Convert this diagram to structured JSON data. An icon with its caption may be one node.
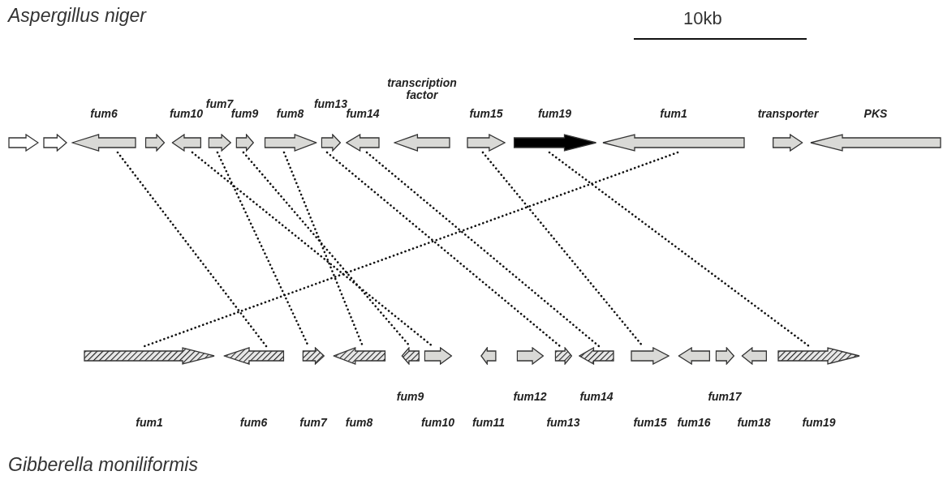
{
  "diagram": {
    "nodes": [
      {
        "text": [],
        "shape": "arrow"
      },
      {
        "text": [],
        "shape": "arrow"
      },
      {
        "text": [
          "fum6"
        ]
      },
      {
        "text": [],
        "shape": "arrow"
      },
      {
        "text": [
          "fum10"
        ]
      },
      {
        "text": [
          "fum7"
        ]
      },
      {
        "text": [
          "fum9"
        ]
      },
      {
        "text": [
          "fum8"
        ]
      },
      {
        "text": [
          "fum13"
        ]
      },
      {
        "text": [
          "fum14"
        ]
      },
      {
        "text": [
          "transcription factor"
        ]
      },
      {
        "text": [
          "fum15"
        ]
      },
      {
        "text": [
          "fum19"
        ]
      },
      {
        "text": [
          "fum1"
        ]
      },
      {
        "text": [
          "transporter"
        ]
      },
      {
        "text": [
          "PKS"
        ]
      },
      {
        "text": [
          "fum1"
        ]
      },
      {
        "text": [
          "fum6"
        ]
      },
      {
        "text": [
          "fum7"
        ]
      },
      {
        "text": [
          "fum8"
        ]
      },
      {
        "text": [
          "fum9"
        ]
      },
      {
        "text": [
          "fum10"
        ]
      },
      {
        "text": [
          "fum11"
        ]
      },
      {
        "text": [
          "fum12"
        ]
      },
      {
        "text": [
          "fum13"
        ]
      },
      {
        "text": [
          "fum14"
        ]
      },
      {
        "text": [
          "fum15"
        ]
      },
      {
        "text": [
          "fum16"
        ]
      },
      {
        "text": [
          "fum17"
        ]
      },
      {
        "text": [
          "fum18"
        ]
      },
      {
        "text": [
          "fum19"
        ]
      }
    ],
    "edges": [
      {
        "from": 2,
        "to": 17,
        "arrow": "none"
      },
      {
        "from": 4,
        "to": 21,
        "arrow": "none"
      },
      {
        "from": 5,
        "to": 18,
        "arrow": "none"
      },
      {
        "from": 6,
        "to": 20,
        "arrow": "none"
      },
      {
        "from": 7,
        "to": 19,
        "arrow": "none"
      },
      {
        "from": 8,
        "to": 24,
        "arrow": "none"
      },
      {
        "from": 9,
        "to": 25,
        "arrow": "none"
      },
      {
        "from": 11,
        "to": 26,
        "arrow": "none"
      },
      {
        "from": 12,
        "to": 30,
        "arrow": "none"
      },
      {
        "from": 13,
        "to": 16,
        "arrow": "none"
      }
    ],
    "labels": [
      "Aspergillus niger",
      "10kb",
      "Gibberella moniliformis"
    ]
  }
}
